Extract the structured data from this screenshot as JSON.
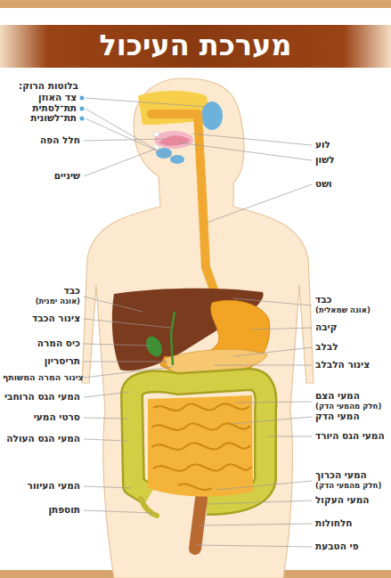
{
  "diagram": {
    "title": "מערכת העיכול",
    "labels": [
      "בלוטות הרוק:",
      "צד האוזן",
      "תת־לסתית",
      "תת־לשונית",
      "חלל הפה",
      "שיניים",
      "כבד",
      "(אונה ימנית)",
      "צינור הכבד",
      "כיס המרה",
      "תריסריון",
      "צינור המרה המשותף",
      "המעי הגס הרוחבי",
      "סרטי המעי",
      "המעי הגס העולה",
      "המעי העיוור",
      "תוספתן",
      "לוע",
      "לשון",
      "ושט",
      "כבד",
      "(אונה שמאלית)",
      "קיבה",
      "לבלב",
      "צינור הלבלב",
      "המעי הצם",
      "(חלק מהמעי הדק)",
      "המעי הדק",
      "המעי הגס היורד",
      "המעי הכרוך",
      "(חלק מהמעי הדק)",
      "המעי העקול",
      "חלחולות",
      "פי הטבעת"
    ]
  }
}
